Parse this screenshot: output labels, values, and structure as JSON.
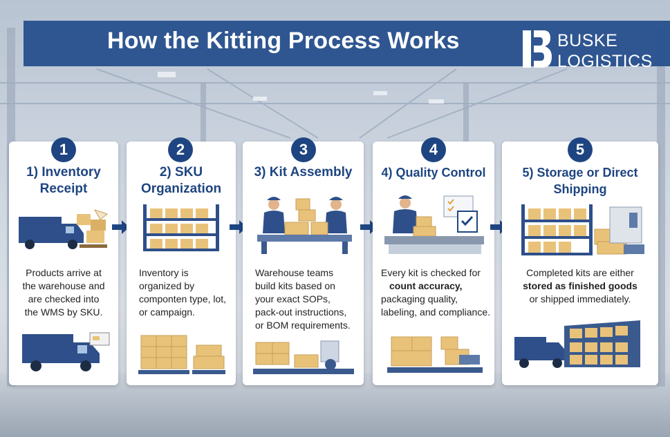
{
  "header": {
    "title": "How the Kitting Process Works",
    "logo_line1": "BUSKE",
    "logo_line2": "LOGISTICS"
  },
  "steps": [
    {
      "number": "1",
      "title_line1": "1) Inventory",
      "title_line2": "Receipt",
      "desc_lines": [
        "Products arrive at",
        "the warehouse and",
        "are checked into",
        "the WMS by SKU."
      ],
      "illustration": "truck-unloading-boxes-icon"
    },
    {
      "number": "2",
      "title_line1": "2) SKU",
      "title_line2": "Organization",
      "desc_lines": [
        "Inventory is",
        "organized by",
        "componten type, lot,",
        "or campaign."
      ],
      "illustration": "shelving-rack-icon"
    },
    {
      "number": "3",
      "title_line1": "3) Kit Assembly",
      "title_line2": "",
      "desc_lines": [
        "Warehouse teams",
        "build kits based on",
        "your exact SOPs,",
        "pack-out instructions,",
        "or BOM requirements."
      ],
      "illustration": "workers-assembly-icon"
    },
    {
      "number": "4",
      "title_line1": "4) Quality Control",
      "title_line2": "",
      "desc_lines": [
        "Every kit is checked for",
        "count accuracy,",
        "packaging quality,",
        "labeling, and compliance."
      ],
      "illustration": "inspector-checklist-icon"
    },
    {
      "number": "5",
      "title_line1": "5) Storage or Direct",
      "title_line2": "Shipping",
      "desc_lines": [
        "Completed kits are either",
        "stored as finished goods",
        "or shipped immediately."
      ],
      "illustration": "storage-shipping-icon"
    }
  ],
  "colors": {
    "brand_blue": "#1e4581",
    "banner_blue": "#234d8c",
    "box_tan": "#e9c27a"
  }
}
